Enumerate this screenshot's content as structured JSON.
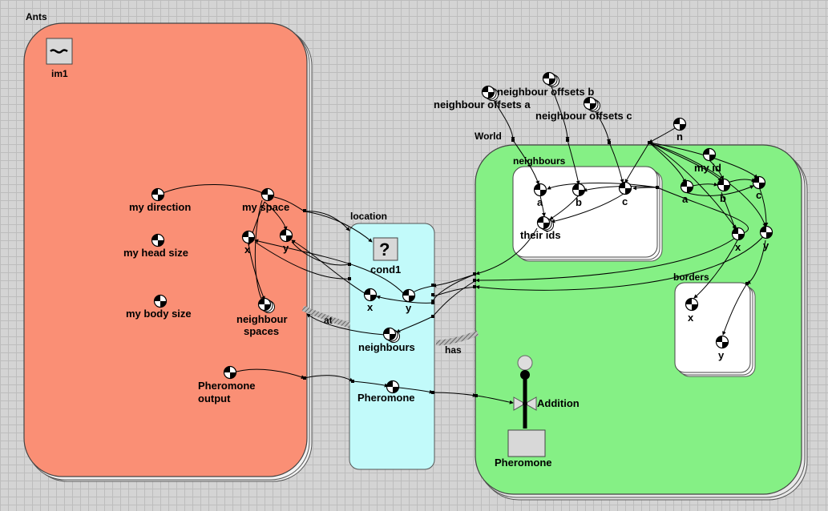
{
  "containers": {
    "ants": {
      "label": "Ants"
    },
    "location": {
      "label": "location"
    },
    "world": {
      "label": "World"
    },
    "neighbours_box": {
      "label": "neighbours"
    },
    "borders_box": {
      "label": "borders"
    }
  },
  "ants": {
    "image_label": "im1",
    "my_direction": "my direction",
    "my_head_size": "my head size",
    "my_body_size": "my body size",
    "my_space": "my space",
    "x": "x",
    "y": "y",
    "neighbour_spaces_line1": "neighbour",
    "neighbour_spaces_line2": "spaces",
    "pheromone_output_line1": "Pheromone",
    "pheromone_output_line2": "output"
  },
  "location": {
    "cond": "cond1",
    "cond_symbol": "?",
    "x": "x",
    "y": "y",
    "neighbours": "neighbours",
    "pheromone": "Pheromone"
  },
  "world": {
    "neighbour_offsets_a": "neighbour offsets a",
    "neighbour_offsets_b": "neighbour offsets b",
    "neighbour_offsets_c": "neighbour offsets c",
    "n": "n",
    "my_id": "my id",
    "a": "a",
    "b": "b",
    "c": "c",
    "x": "x",
    "y": "y",
    "addition": "Addition",
    "pheromone_stock": "Pheromone"
  },
  "neighbours_box": {
    "a": "a",
    "b": "b",
    "c": "c",
    "their_ids": "their ids"
  },
  "borders_box": {
    "x": "x",
    "y": "y"
  },
  "relations": {
    "at": "at",
    "has": "has"
  },
  "colors": {
    "ants_fill": "#fa8f75",
    "location_fill": "#c2fafa",
    "world_fill": "#85f085",
    "submodel_fill": "#ffffff",
    "background": "#d4d4d4"
  }
}
